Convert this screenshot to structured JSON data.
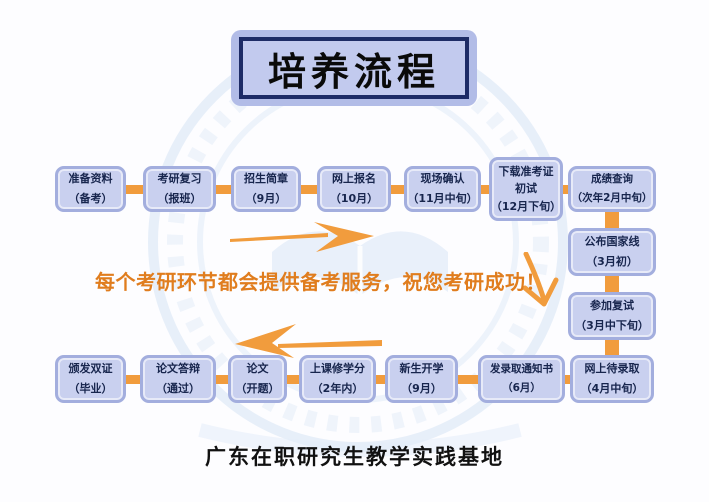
{
  "title": {
    "text": "培养流程"
  },
  "slogan": {
    "text": "每个考研环节都会提供备考服务，祝您考研成功！"
  },
  "footer": {
    "text": "广东在职研究生教学实践基地"
  },
  "colors": {
    "node_fill": "#c9d0ef",
    "node_border": "#a3aede",
    "title_fill": "#b2bce7",
    "title_border": "#1d2b66",
    "connector": "#f19c3d",
    "slogan_text": "#e07d1e",
    "node_text": "#17254d",
    "watermark": "#dde9f6"
  },
  "icons": {
    "arrow_right": "arrow-right-icon",
    "arrow_down": "arrow-down-icon",
    "arrow_left": "arrow-left-icon"
  },
  "nodes": {
    "top": [
      {
        "line1": "准备资料",
        "line2": "（备考）"
      },
      {
        "line1": "考研复习",
        "line2": "（报班）"
      },
      {
        "line1": "招生简章",
        "line2": "（9月）"
      },
      {
        "line1": "网上报名",
        "line2": "（10月）"
      },
      {
        "line1": "现场确认",
        "line2": "（11月中旬）"
      },
      {
        "line1": "下载准考证",
        "line2": "初试",
        "line3": "（12月下旬）"
      },
      {
        "line1": "成绩查询",
        "line2": "（次年2月中旬）"
      }
    ],
    "right": [
      {
        "line1": "公布国家线",
        "line2": "（3月初）"
      },
      {
        "line1": "参加复试",
        "line2": "（3月中下旬）"
      }
    ],
    "bottom": [
      {
        "line1": "网上待录取",
        "line2": "（4月中旬）"
      },
      {
        "line1": "发录取通知书",
        "line2": "（6月）"
      },
      {
        "line1": "新生开学",
        "line2": "（9月）"
      },
      {
        "line1": "上课修学分",
        "line2": "（2年内）"
      },
      {
        "line1": "论文",
        "line2": "（开题）"
      },
      {
        "line1": "论文答辩",
        "line2": "（通过）"
      },
      {
        "line1": "颁发双证",
        "line2": "（毕业）"
      }
    ]
  }
}
